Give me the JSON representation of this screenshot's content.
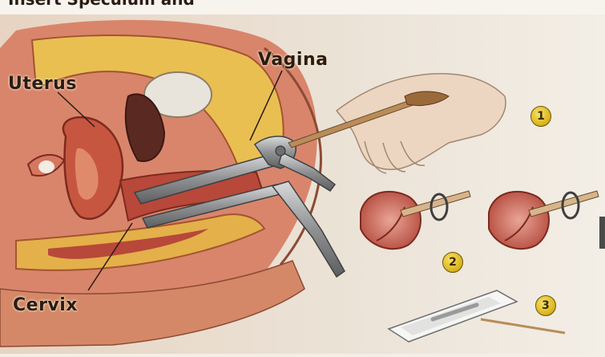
{
  "title": "Insert Speculum and",
  "labels": {
    "uterus": "Uterus",
    "vagina": "Vagina",
    "cervix": "Cervix"
  },
  "steps": [
    "1",
    "2",
    "3"
  ],
  "colors": {
    "tissue": "#c9604a",
    "fat": "#e8b94a",
    "skin": "#e6c7b2",
    "metal": "#9a9c9e",
    "step_badge": "#e0bd25"
  }
}
